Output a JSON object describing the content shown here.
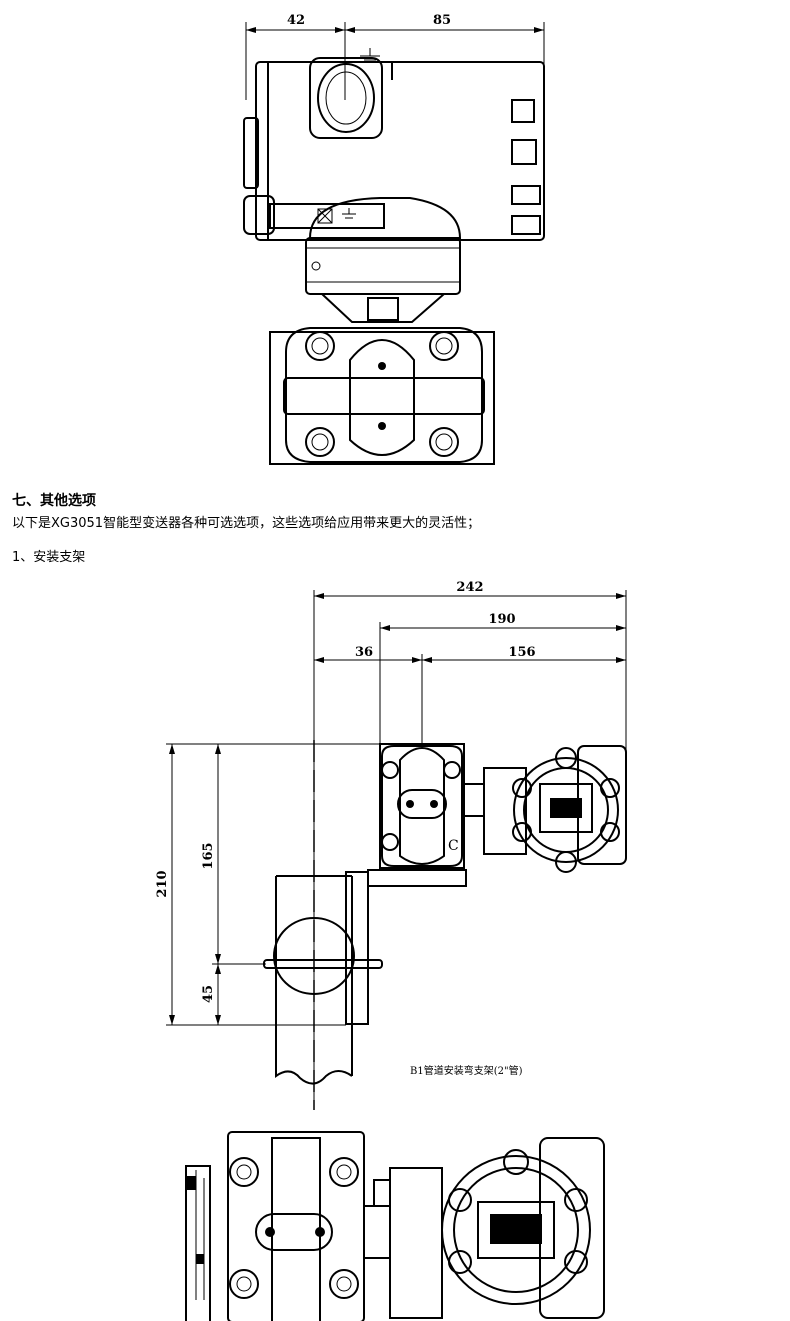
{
  "drawing_top": {
    "dims": {
      "left": "42",
      "right": "85"
    }
  },
  "section": {
    "heading": "七、其他选项",
    "paragraph": "以下是XG3051智能型变送器各种可选选项，这些选项给应用带来更大的灵活性；",
    "item1": "1、安装支架"
  },
  "drawing_bracket": {
    "dims": {
      "d242": "242",
      "d190": "190",
      "d36": "36",
      "d156": "156",
      "d210": "210",
      "d165": "165",
      "d45": "45"
    },
    "caption": "B1管道安装弯支架(2\"管)"
  }
}
